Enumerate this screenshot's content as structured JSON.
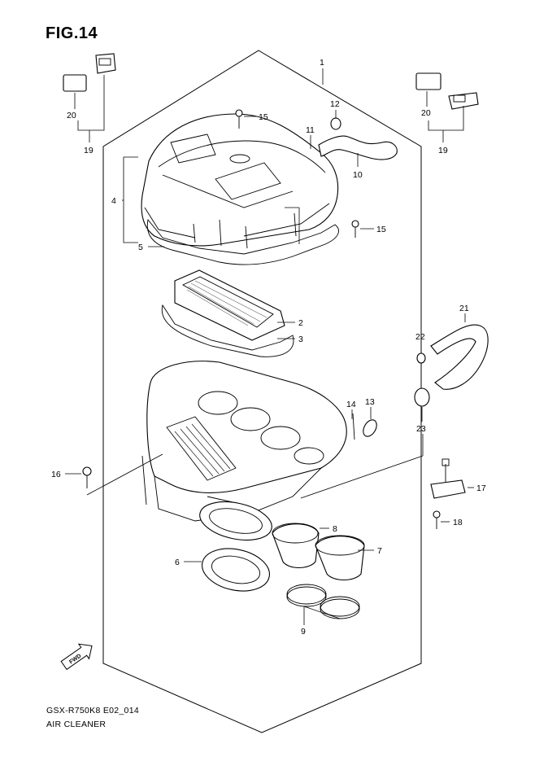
{
  "figure": {
    "title": "FIG.14",
    "model_code": "GSX-R750K8 E02_014",
    "name": "AIR CLEANER"
  },
  "callouts": {
    "c1": "1",
    "c2": "2",
    "c3": "3",
    "c4": "4",
    "c5": "5",
    "c6": "6",
    "c7": "7",
    "c8": "8",
    "c9": "9",
    "c10": "10",
    "c11": "11",
    "c12": "12",
    "c13": "13",
    "c14": "14",
    "c15a": "15",
    "c15b": "15",
    "c16": "16",
    "c17": "17",
    "c18": "18",
    "c19a": "19",
    "c19b": "19",
    "c20a": "20",
    "c20b": "20",
    "c21": "21",
    "c22": "22",
    "c23": "23"
  },
  "fwd_label": "FWD",
  "icons": {
    "fwd": "fwd-arrow-icon"
  }
}
